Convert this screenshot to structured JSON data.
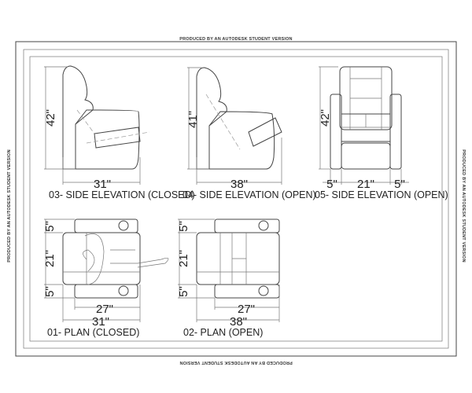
{
  "watermark": "PRODUCED BY AN AUTODESK STUDENT VERSION",
  "views": {
    "side_closed": {
      "title": "03- SIDE ELEVATION (CLOSED)",
      "height": "42\"",
      "width": "31\""
    },
    "side_open": {
      "title": "04- SIDE ELEVATION (OPEN)",
      "height": "41\"",
      "width": "38\""
    },
    "side_elev_05": {
      "title": "05- SIDE ELEVATION (OPEN)",
      "height": "42\"",
      "arm_left": "5\"",
      "seat": "21\"",
      "arm_right": "5\""
    },
    "plan_closed": {
      "title": "01- PLAN (CLOSED)",
      "arm_top": "5\"",
      "seat": "21\"",
      "arm_bottom": "5\"",
      "inner": "27\"",
      "overall": "31\""
    },
    "plan_open": {
      "title": "02- PLAN (OPEN)",
      "arm_top": "5\"",
      "seat": "21\"",
      "arm_bottom": "5\"",
      "inner": "27\"",
      "overall": "38\""
    }
  }
}
